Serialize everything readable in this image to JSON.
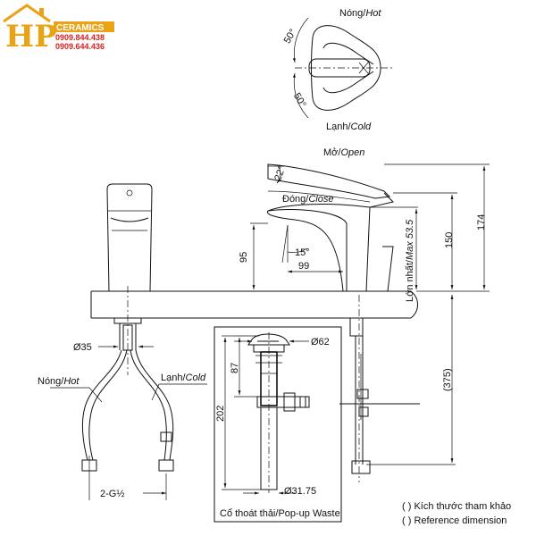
{
  "logo": {
    "letters": "HP",
    "brand": "CERAMICS",
    "phone1": "0909.844.438",
    "phone2": "0909.644.436",
    "colors": {
      "gold": "#e8a317",
      "red": "#d3231f",
      "roof": "#e8a317"
    }
  },
  "top_view": {
    "hot_label": "Nóng/",
    "hot_label_en": "Hot",
    "cold_label": "Lạnh/",
    "cold_label_en": "Cold",
    "angle_top": "50°",
    "angle_bottom": "50°"
  },
  "side_view": {
    "open_label": "Mở/",
    "open_label_en": "Open",
    "close_label": "Đóng/",
    "close_label_en": "Close",
    "angle_lever": "22°",
    "angle_spout": "15°",
    "max_label": "Lớn nhất/",
    "max_label_en": "Max 53.5",
    "dim_95": "95",
    "dim_99": "99",
    "dim_150": "150",
    "dim_174": "174",
    "dim_375": "(375)"
  },
  "front_view": {
    "dim_35": "Ø35",
    "hot_label": "Nóng/",
    "hot_label_en": "Hot",
    "cold_label": "Lạnh/",
    "cold_label_en": "Cold",
    "thread_label": "2-G½"
  },
  "waste": {
    "dim_62": "Ø62",
    "dim_87": "87",
    "dim_202": "202",
    "dim_3175": "Ø31.75",
    "caption_vi": "Cổ thoát thải/",
    "caption_en": "Pop-up Waste"
  },
  "legend": {
    "line1": "( ) Kích thước tham khảo",
    "line2": "( ) Reference dimension"
  }
}
